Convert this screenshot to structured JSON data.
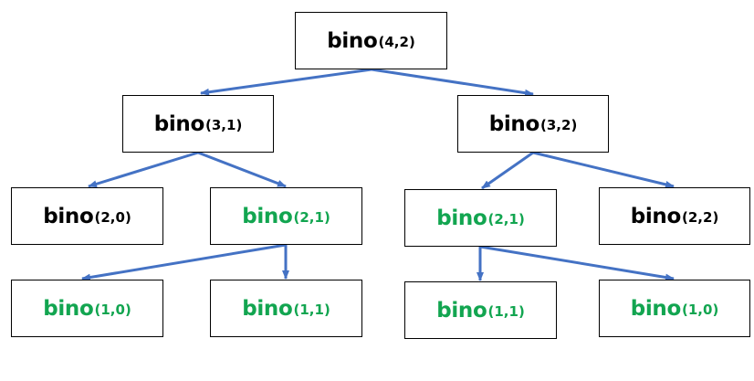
{
  "colors": {
    "default_text": "#000000",
    "repeated_text": "#12a550",
    "edge": "#4472c4",
    "border": "#000000"
  },
  "nodes": {
    "root": {
      "fn": "bino",
      "args": "(4,2)",
      "repeated": false
    },
    "l1": {
      "fn": "bino",
      "args": "(3,1)",
      "repeated": false
    },
    "r1": {
      "fn": "bino",
      "args": "(3,2)",
      "repeated": false
    },
    "ll": {
      "fn": "bino",
      "args": "(2,0)",
      "repeated": false
    },
    "lr": {
      "fn": "bino",
      "args": "(2,1)",
      "repeated": true
    },
    "rl": {
      "fn": "bino",
      "args": "(2,1)",
      "repeated": true
    },
    "rr": {
      "fn": "bino",
      "args": "(2,2)",
      "repeated": false
    },
    "lrl": {
      "fn": "bino",
      "args": "(1,0)",
      "repeated": true
    },
    "lrr": {
      "fn": "bino",
      "args": "(1,1)",
      "repeated": true
    },
    "rll": {
      "fn": "bino",
      "args": "(1,1)",
      "repeated": true
    },
    "rlr": {
      "fn": "bino",
      "args": "(1,0)",
      "repeated": true
    }
  },
  "edges": [
    [
      "root",
      "l1"
    ],
    [
      "root",
      "r1"
    ],
    [
      "l1",
      "ll"
    ],
    [
      "l1",
      "lr"
    ],
    [
      "r1",
      "rl"
    ],
    [
      "r1",
      "rr"
    ],
    [
      "lr",
      "lrl"
    ],
    [
      "lr",
      "lrr"
    ],
    [
      "rl",
      "rll"
    ],
    [
      "rl",
      "rlr"
    ]
  ]
}
